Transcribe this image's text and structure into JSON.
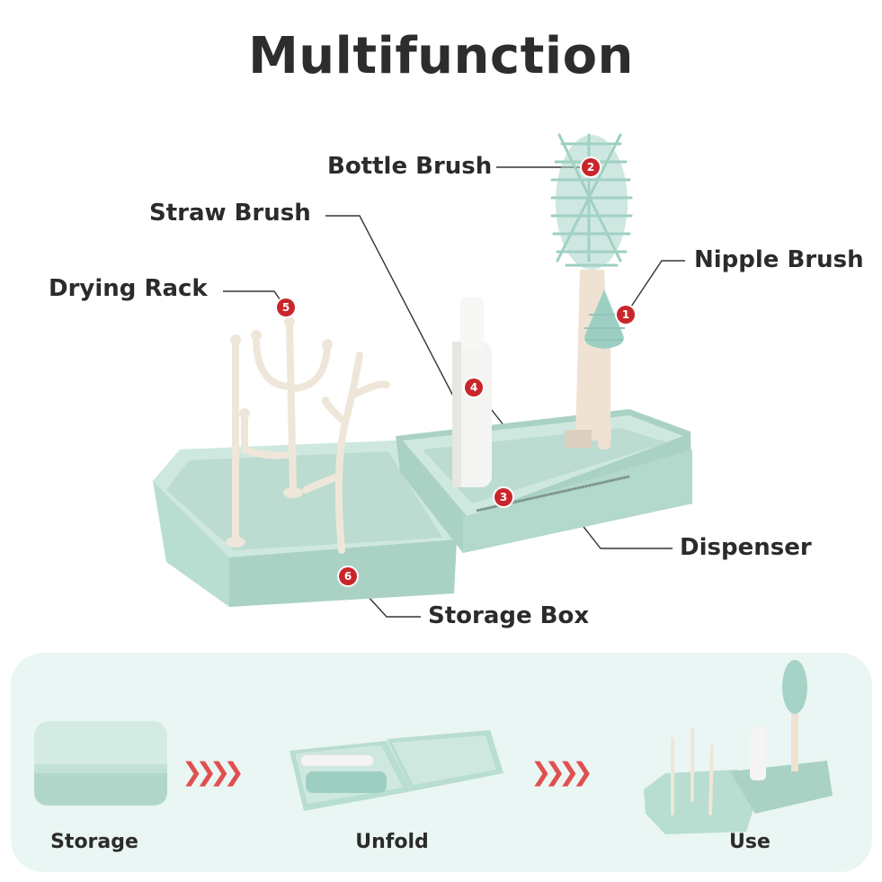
{
  "title": "Multifunction",
  "labels": {
    "bottle_brush": "Bottle Brush",
    "straw_brush": "Straw Brush",
    "nipple_brush": "Nipple Brush",
    "drying_rack": "Drying Rack",
    "dispenser": "Dispenser",
    "storage_box": "Storage Box"
  },
  "badges": {
    "nipple": "1",
    "bottle": "2",
    "straw": "3",
    "dispenser": "4",
    "rack": "5",
    "box": "6"
  },
  "steps": [
    {
      "label": "Storage"
    },
    {
      "label": "Unfold"
    },
    {
      "label": "Use"
    }
  ],
  "colors": {
    "product_green": "#bfe0d5",
    "product_green_dark": "#a9d2c5",
    "accessory_cream": "#efe6da",
    "badge_red": "#c8262b",
    "panel_bg": "#eaf6f3",
    "arrow_red": "#e05050"
  }
}
